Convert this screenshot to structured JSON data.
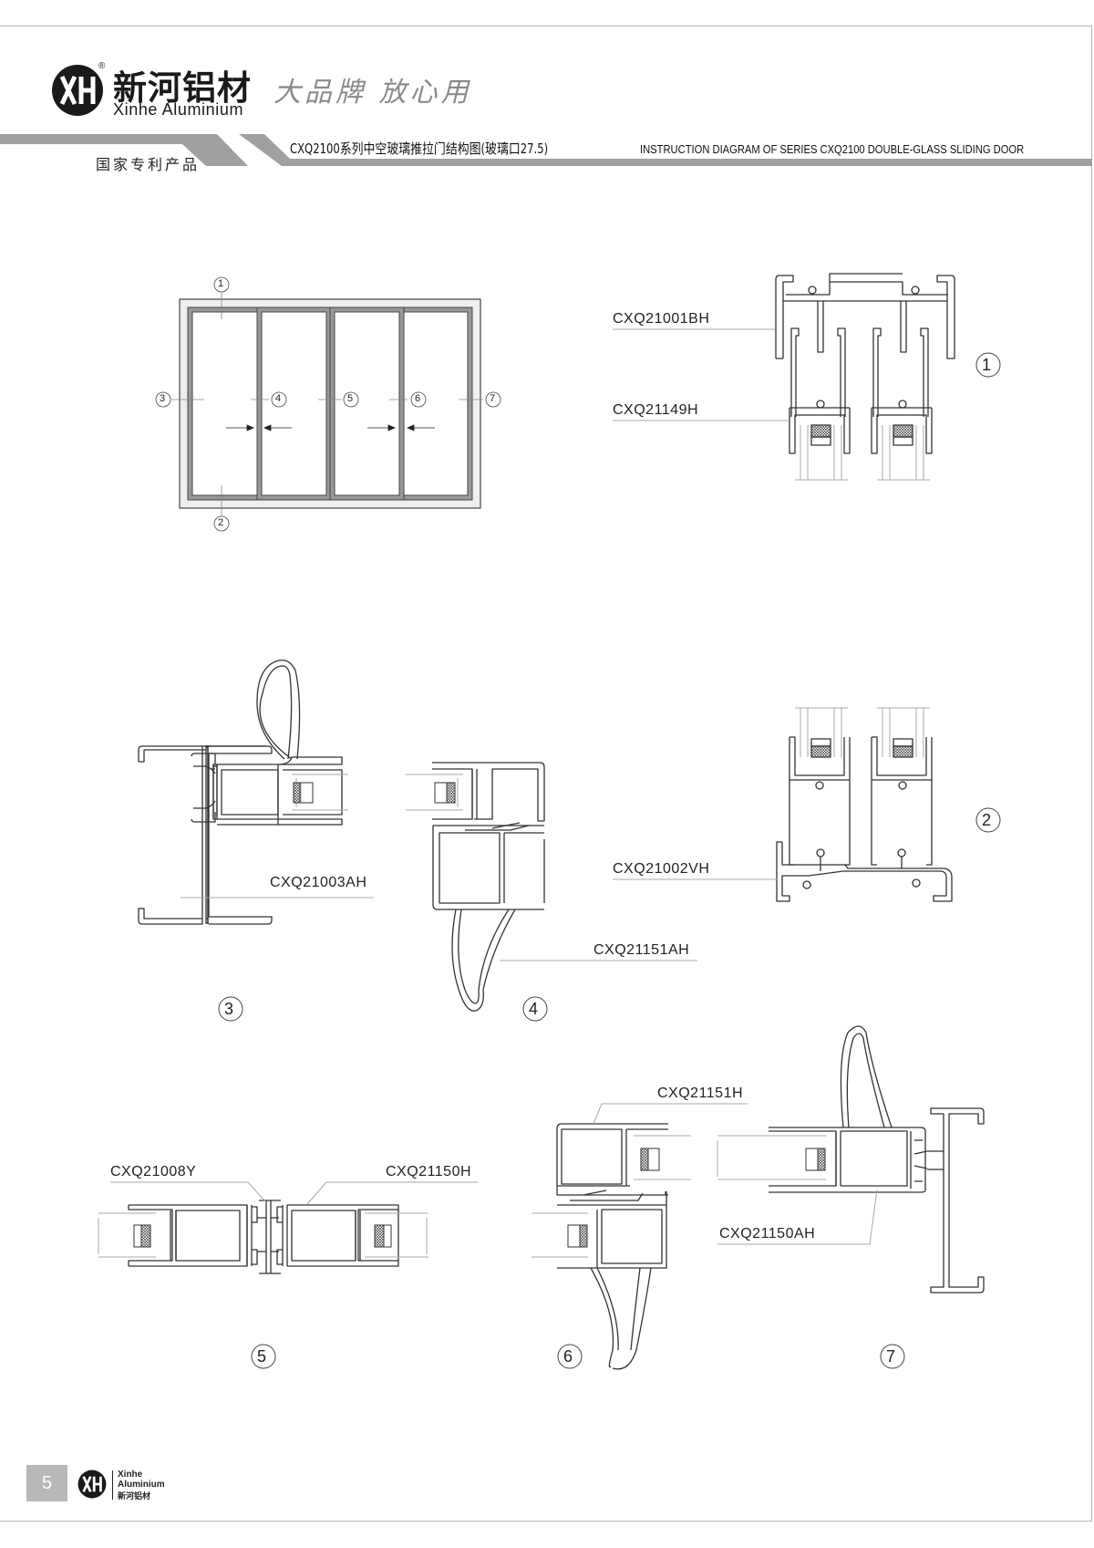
{
  "header": {
    "brand_cn": "新河铝材",
    "brand_en": "Xinhe Aluminium",
    "registered_mark": "®",
    "logo_icon": "xh-monogram-icon",
    "slogan": "大品牌 放心用",
    "patent_label": "国家专利产品",
    "title_cn": "CXQ2100系列中空玻璃推拉门结构图(玻璃口27.5)",
    "title_en": "INSTRUCTION DIAGRAM OF SERIES CXQ2100 DOUBLE-GLASS SLIDING DOOR",
    "band_color": "#a0a0a0"
  },
  "elevation": {
    "callouts": [
      "1",
      "2",
      "3",
      "4",
      "5",
      "6",
      "7"
    ],
    "panels": 4
  },
  "sections": [
    {
      "number": "1",
      "profiles": [
        "CXQ21001BH",
        "CXQ21149H"
      ]
    },
    {
      "number": "2",
      "profiles": [
        "CXQ21002VH"
      ]
    },
    {
      "number": "3",
      "profiles": [
        "CXQ21003AH"
      ]
    },
    {
      "number": "4",
      "profiles": [
        "CXQ21151AH"
      ]
    },
    {
      "number": "5",
      "profiles": [
        "CXQ21008Y",
        "CXQ21150H"
      ]
    },
    {
      "number": "6",
      "profiles": [
        "CXQ21151H"
      ]
    },
    {
      "number": "7",
      "profiles": [
        "CXQ21150AH"
      ]
    }
  ],
  "footer": {
    "page_number": "5",
    "brand_en_line1": "Xinhe",
    "brand_en_line2": "Aluminium",
    "brand_cn": "新河铝材",
    "page_box_color": "#b8b8b8"
  }
}
